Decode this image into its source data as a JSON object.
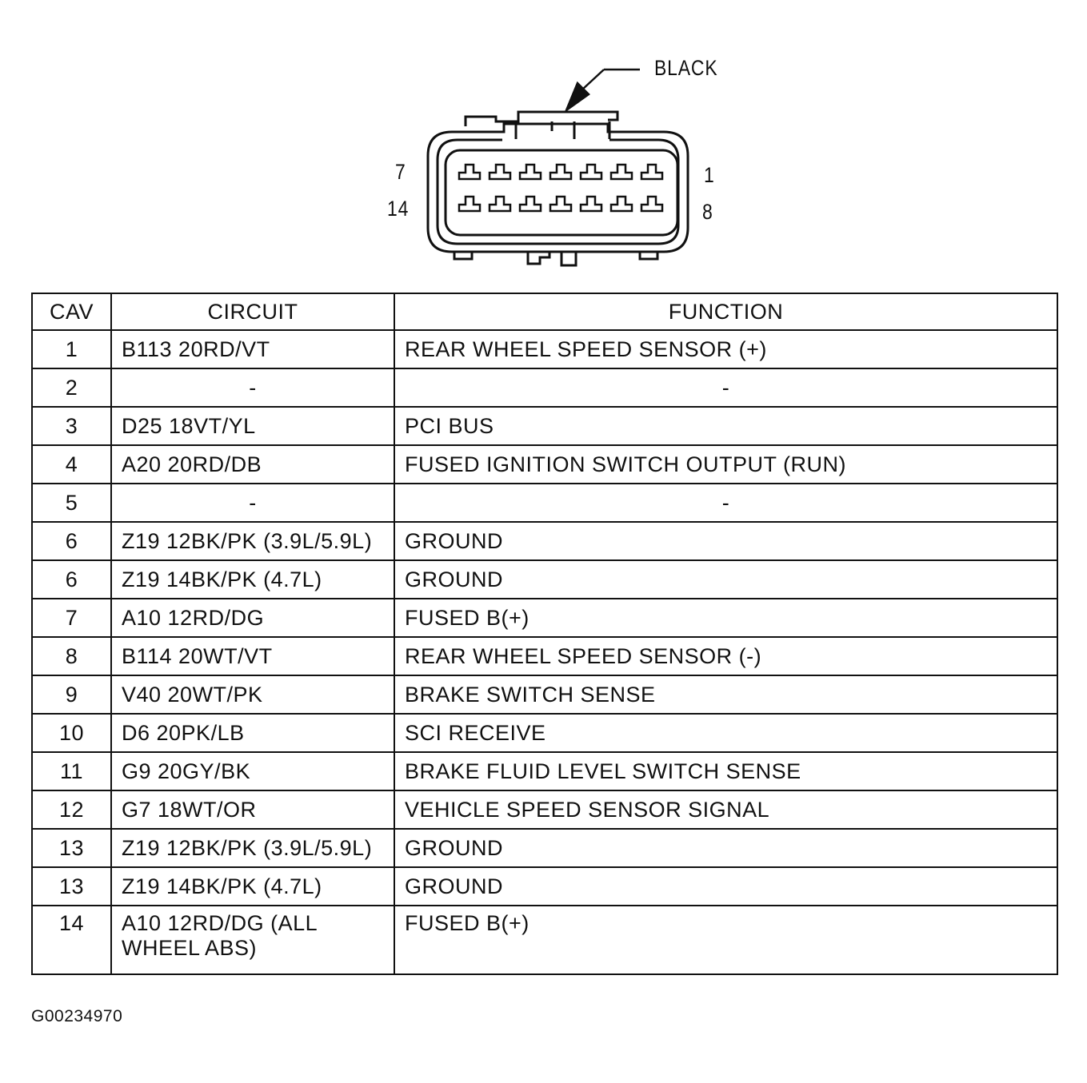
{
  "connector": {
    "color_callout": "BLACK",
    "pin_labels": {
      "top_left": "7",
      "top_right": "1",
      "bottom_left": "14",
      "bottom_right": "8"
    },
    "pin_count": 14
  },
  "table": {
    "headers": {
      "cav": "CAV",
      "circuit": "CIRCUIT",
      "function": "FUNCTION"
    },
    "rows": [
      {
        "cav": "1",
        "circuit": "B113 20RD/VT",
        "function": "REAR WHEEL SPEED SENSOR (+)"
      },
      {
        "cav": "2",
        "circuit": "-",
        "function": "-"
      },
      {
        "cav": "3",
        "circuit": "D25 18VT/YL",
        "function": "PCI BUS"
      },
      {
        "cav": "4",
        "circuit": "A20 20RD/DB",
        "function": "FUSED IGNITION SWITCH OUTPUT (RUN)"
      },
      {
        "cav": "5",
        "circuit": "-",
        "function": "-"
      },
      {
        "cav": "6",
        "circuit": "Z19 12BK/PK (3.9L/5.9L)",
        "function": "GROUND"
      },
      {
        "cav": "6",
        "circuit": "Z19 14BK/PK (4.7L)",
        "function": "GROUND"
      },
      {
        "cav": "7",
        "circuit": "A10 12RD/DG",
        "function": "FUSED B(+)"
      },
      {
        "cav": "8",
        "circuit": "B114 20WT/VT",
        "function": "REAR WHEEL SPEED SENSOR (-)"
      },
      {
        "cav": "9",
        "circuit": "V40 20WT/PK",
        "function": "BRAKE SWITCH SENSE"
      },
      {
        "cav": "10",
        "circuit": "D6 20PK/LB",
        "function": "SCI RECEIVE"
      },
      {
        "cav": "11",
        "circuit": "G9 20GY/BK",
        "function": "BRAKE FLUID LEVEL SWITCH SENSE"
      },
      {
        "cav": "12",
        "circuit": "G7 18WT/OR",
        "function": "VEHICLE SPEED SENSOR SIGNAL"
      },
      {
        "cav": "13",
        "circuit": "Z19 12BK/PK (3.9L/5.9L)",
        "function": "GROUND"
      },
      {
        "cav": "13",
        "circuit": "Z19 14BK/PK (4.7L)",
        "function": "GROUND"
      },
      {
        "cav": "14",
        "circuit": "A10 12RD/DG (ALL WHEEL ABS)",
        "function": "FUSED B(+)"
      }
    ]
  },
  "figure_id": "G00234970"
}
